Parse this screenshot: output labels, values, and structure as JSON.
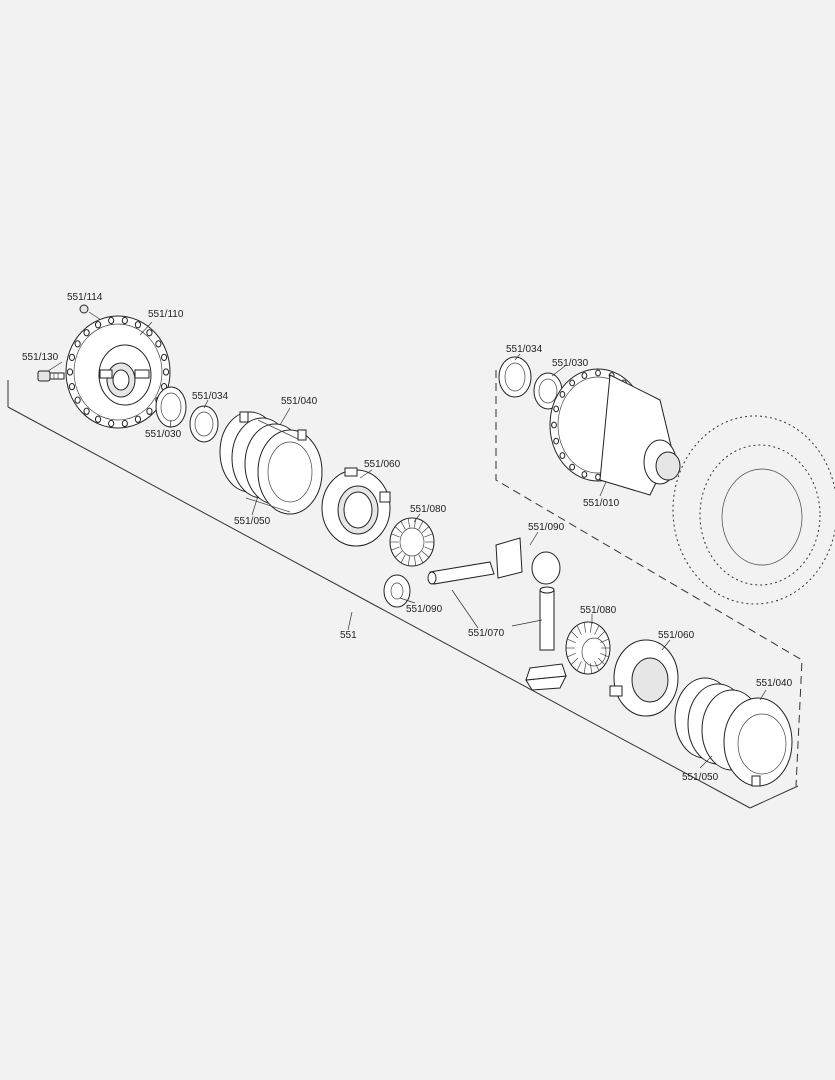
{
  "labels": {
    "p114": "551/114",
    "p110": "551/110",
    "p130": "551/130",
    "p034_left": "551/034",
    "p030_left": "551/030",
    "p040_left": "551/040",
    "p050_left": "551/050",
    "p060_left": "551/060",
    "p080_left": "551/080",
    "p090_left": "551/090",
    "p090_right": "551/090",
    "p070": "551/070",
    "p080_right": "551/080",
    "p060_right": "551/060",
    "p040_right": "551/040",
    "p050_right": "551/050",
    "p034_right": "551/034",
    "p030_right": "551/030",
    "p010": "551/010",
    "assembly": "551"
  }
}
